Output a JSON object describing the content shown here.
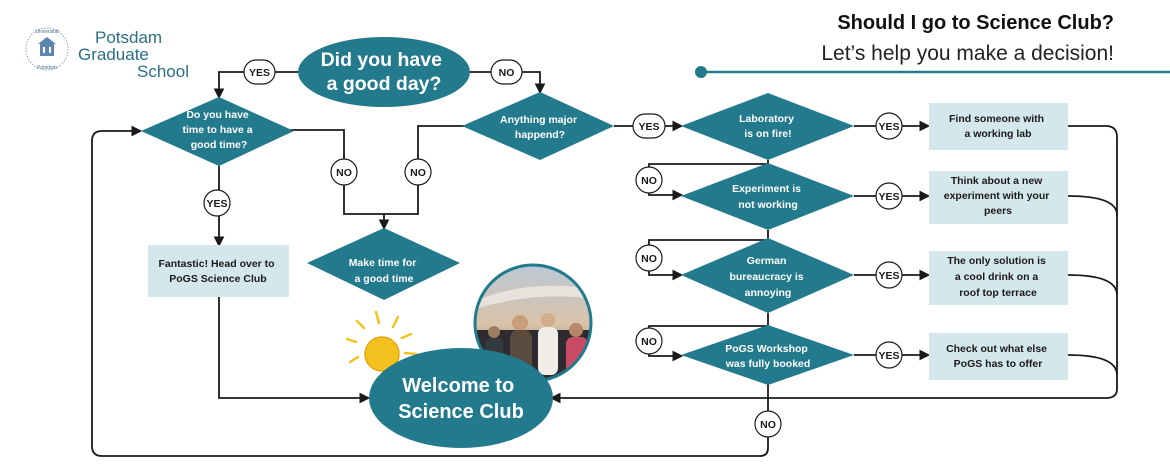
{
  "logo": {
    "name_lines": [
      "Potsdam",
      "Graduate",
      "School"
    ],
    "seal_text": [
      "Universität",
      "Potsdam"
    ]
  },
  "header": {
    "title": "Should I go to Science Club?",
    "subtitle": "Let’s help you make a decision!"
  },
  "flow": {
    "start": [
      "Did you have",
      "a good day?"
    ],
    "q_time": [
      "Do you have",
      "time to have a",
      "good time?"
    ],
    "q_major": [
      "Anything major",
      "happend?"
    ],
    "make_time": [
      "Make time for",
      "a good time"
    ],
    "fantastic": [
      "Fantastic! Head over to",
      "PoGS Science Club"
    ],
    "welcome": [
      "Welcome to",
      "Science Club"
    ],
    "cond_lab": [
      "Laboratory",
      "is on fire!"
    ],
    "cond_exp": [
      "Experiment is",
      "not working"
    ],
    "cond_bureau": [
      "German",
      "bureaucracy is",
      "annoying"
    ],
    "cond_workshop": [
      "PoGS Workshop",
      "was fully booked"
    ],
    "res_lab": [
      "Find someone with",
      "a working lab"
    ],
    "res_exp": [
      "Think about a new",
      "experiment with your",
      "peers"
    ],
    "res_bureau": [
      "The only solution is",
      "a cool drink on a",
      "roof top terrace"
    ],
    "res_workshop": [
      "Check out what else",
      "PoGS has to offer"
    ]
  },
  "labels": {
    "yes": "YES",
    "no": "NO"
  },
  "colors": {
    "teal": "#227a8c",
    "box": "#d4e7ec",
    "line": "#1a1a1a",
    "sun": "#f4c21f"
  }
}
